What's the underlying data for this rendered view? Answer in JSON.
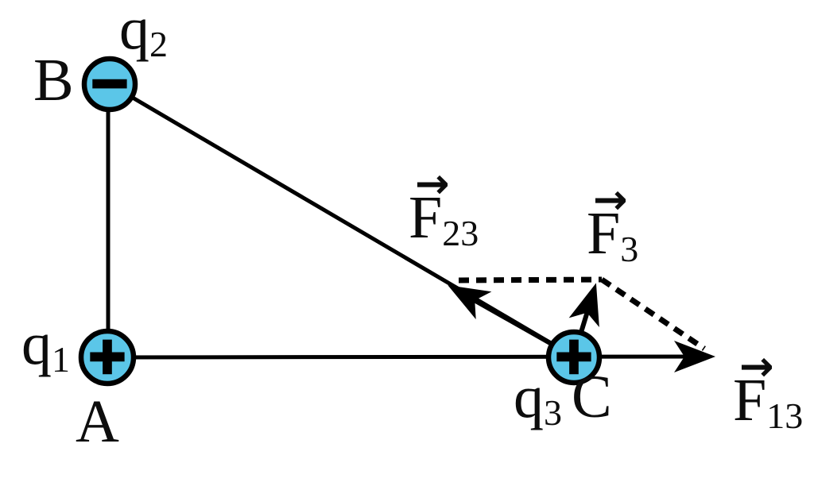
{
  "figure": {
    "colors": {
      "background": "#ffffff",
      "ink": "#000000",
      "charge_fill": "#5bc6e8"
    },
    "point_labels": {
      "A": "A",
      "B": "B",
      "C": "C"
    },
    "charges": {
      "q1": {
        "symbol": "q",
        "subscript": "1",
        "point": "A",
        "sign": "+"
      },
      "q2": {
        "symbol": "q",
        "subscript": "2",
        "point": "B",
        "sign": "−"
      },
      "q3": {
        "symbol": "q",
        "subscript": "3",
        "point": "C",
        "sign": "+"
      }
    },
    "forces": {
      "f23": {
        "symbol": "F",
        "subscript": "23"
      },
      "f3": {
        "symbol": "F",
        "subscript": "3"
      },
      "f13": {
        "symbol": "F",
        "subscript": "13"
      }
    },
    "glyphs": {
      "vector_arrow": "→"
    }
  }
}
